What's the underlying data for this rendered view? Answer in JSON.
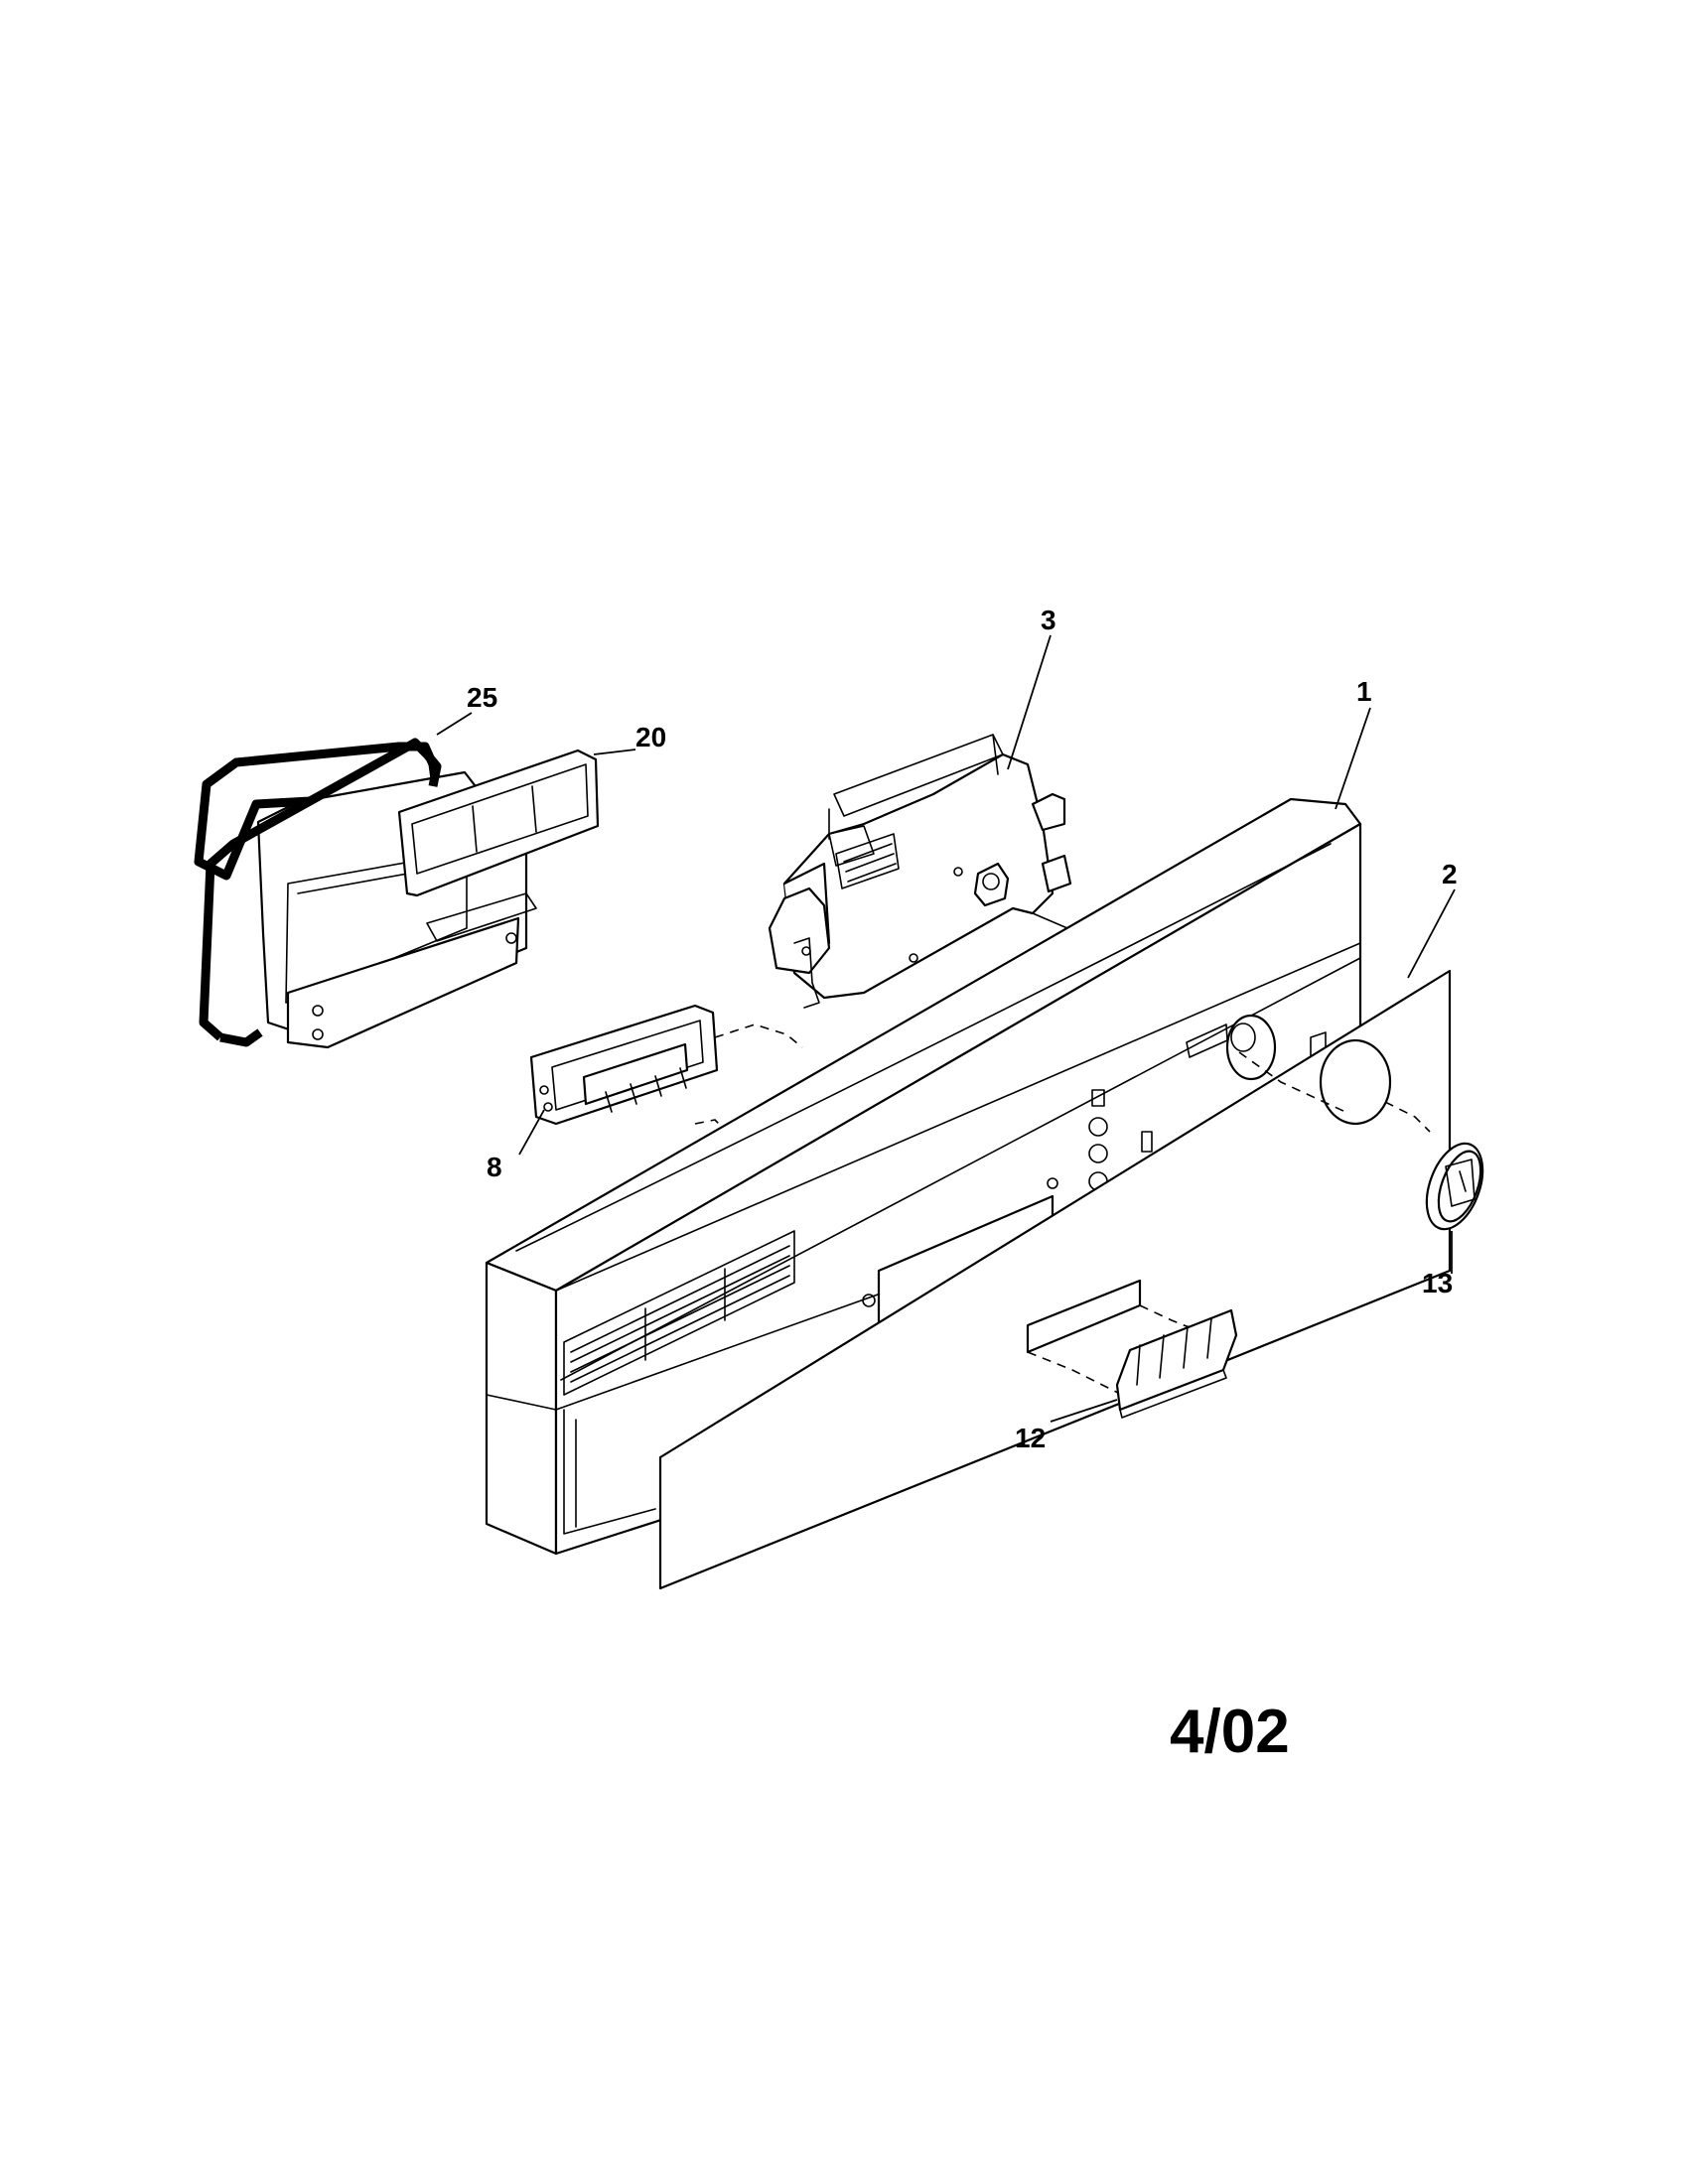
{
  "callouts": [
    {
      "id": "callout-3",
      "label": "3"
    },
    {
      "id": "callout-1",
      "label": "1"
    },
    {
      "id": "callout-25",
      "label": "25"
    },
    {
      "id": "callout-20",
      "label": "20"
    },
    {
      "id": "callout-2",
      "label": "2"
    },
    {
      "id": "callout-8",
      "label": "8"
    },
    {
      "id": "callout-13",
      "label": "13"
    },
    {
      "id": "callout-12",
      "label": "12"
    }
  ],
  "date_stamp": "4/02"
}
